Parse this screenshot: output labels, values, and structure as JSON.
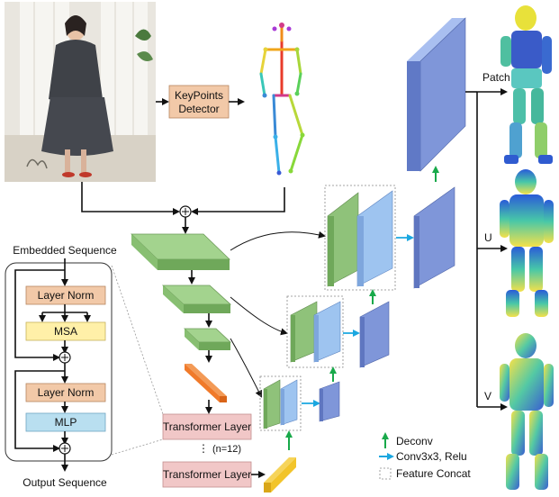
{
  "figure": {
    "detector_label_line1": "KeyPoints",
    "detector_label_line2": "Detector",
    "embedded_sequence": "Embedded Sequence",
    "output_sequence": "Output Sequence",
    "layer_norm_1": "Layer Norm",
    "msa": "MSA",
    "layer_norm_2": "Layer Norm",
    "mlp": "MLP",
    "transformer_layer_top": "Transformer Layer",
    "repeat_note": "(n=12)",
    "repeat_dots": "⋮",
    "transformer_layer_bottom": "Transformer Layer",
    "outputs": [
      "Patch",
      "U",
      "V"
    ],
    "legend": {
      "deconv": "Deconv",
      "conv": "Conv3x3, Relu",
      "concat": "Feature Concat"
    }
  },
  "colors": {
    "detector": "#f2c9a8",
    "layer_norm": "#f2c9a8",
    "msa": "#fff0a8",
    "mlp": "#b9dff0",
    "transformer": "#f1c7c7",
    "green_block": "#8fc27a",
    "blue_block": "#9ec4f0",
    "deep_blue": "#7f96d9",
    "orange_block": "#f07a2a",
    "yellow_block": "#f2c42a",
    "deconv_arrow": "#18a94a",
    "conv_arrow": "#1aa7e0"
  }
}
